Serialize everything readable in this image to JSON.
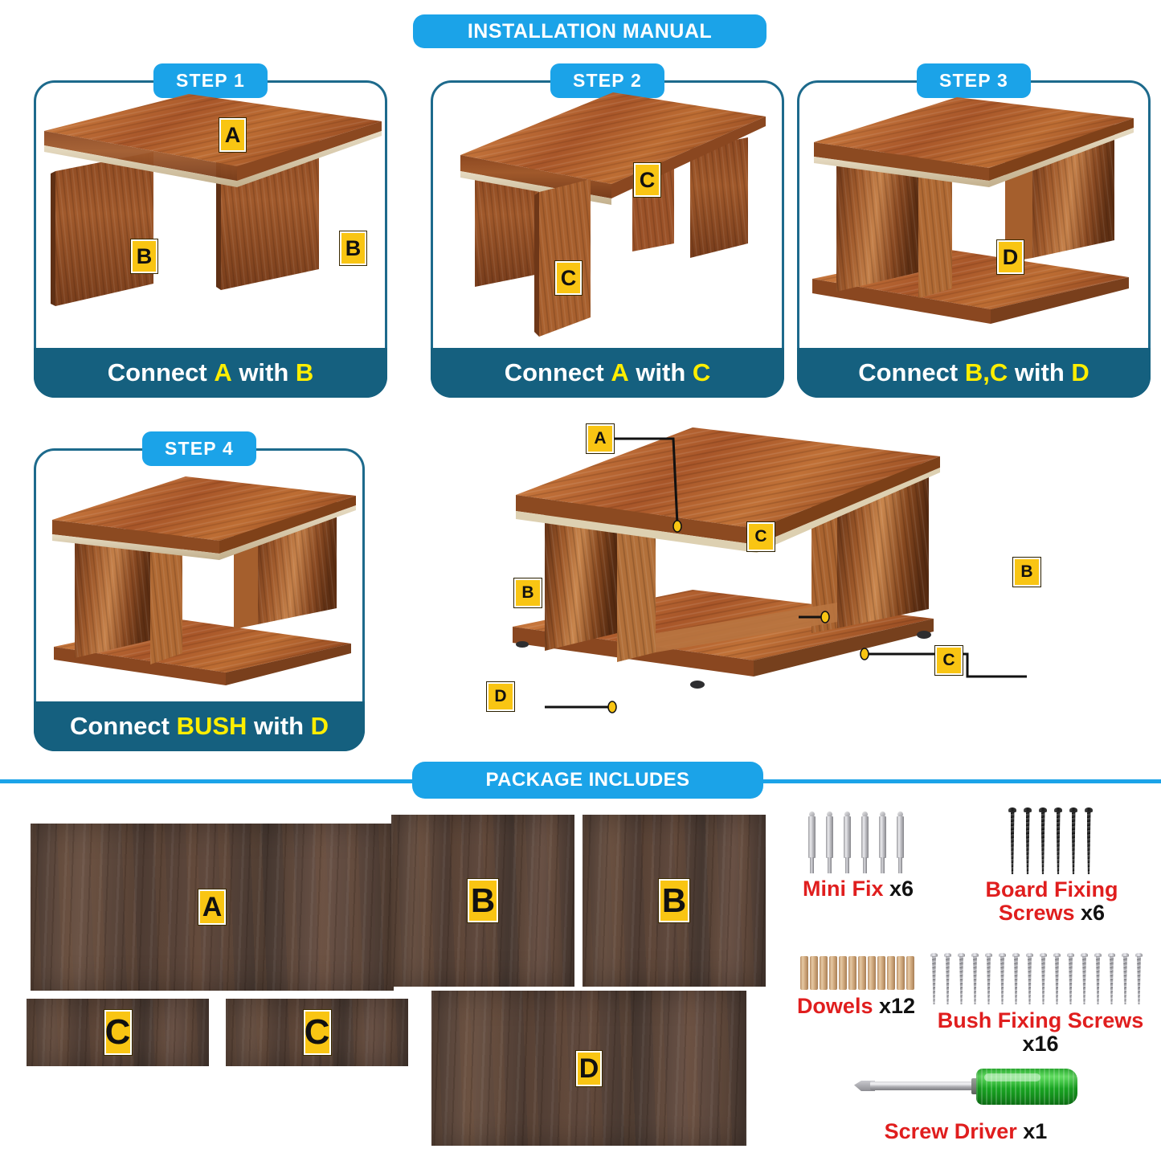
{
  "header": {
    "title": "INSTALLATION MANUAL"
  },
  "steps": [
    {
      "badge": "STEP 1",
      "caption_parts": [
        {
          "text": "Connect ",
          "highlight": false
        },
        {
          "text": "A",
          "highlight": true
        },
        {
          "text": " with ",
          "highlight": false
        },
        {
          "text": "B",
          "highlight": true
        }
      ],
      "part_labels": [
        "A",
        "B",
        "B"
      ]
    },
    {
      "badge": "STEP 2",
      "caption_parts": [
        {
          "text": "Connect ",
          "highlight": false
        },
        {
          "text": "A",
          "highlight": true
        },
        {
          "text": " with ",
          "highlight": false
        },
        {
          "text": "C",
          "highlight": true
        }
      ],
      "part_labels": [
        "C",
        "C"
      ]
    },
    {
      "badge": "STEP 3",
      "caption_parts": [
        {
          "text": "Connect ",
          "highlight": false
        },
        {
          "text": "B,C",
          "highlight": true
        },
        {
          "text": " with ",
          "highlight": false
        },
        {
          "text": "D",
          "highlight": true
        }
      ],
      "part_labels": [
        "D"
      ]
    },
    {
      "badge": "STEP 4",
      "caption_parts": [
        {
          "text": "Connect ",
          "highlight": false
        },
        {
          "text": "BUSH",
          "highlight": true
        },
        {
          "text": " with ",
          "highlight": false
        },
        {
          "text": "D",
          "highlight": true
        }
      ],
      "part_labels": []
    }
  ],
  "step_captions": {
    "step1": "Connect A with B",
    "step2": "Connect A with C",
    "step3": "Connect B,C with D",
    "step4": "Connect BUSH with D"
  },
  "exploded": {
    "callouts": [
      {
        "label": "A",
        "position": "top-left"
      },
      {
        "label": "C",
        "position": "middle-center"
      },
      {
        "label": "B",
        "position": "middle-right"
      },
      {
        "label": "B",
        "position": "middle-left"
      },
      {
        "label": "C",
        "position": "bottom-right"
      },
      {
        "label": "D",
        "position": "bottom-left"
      }
    ]
  },
  "package": {
    "banner": "PACKAGE INCLUDES",
    "panels": [
      {
        "label": "A",
        "size": "large"
      },
      {
        "label": "B",
        "size": "medium-tall"
      },
      {
        "label": "B",
        "size": "medium-tall"
      },
      {
        "label": "C",
        "size": "small-wide"
      },
      {
        "label": "C",
        "size": "small-wide"
      },
      {
        "label": "D",
        "size": "large-wide"
      }
    ],
    "hardware": [
      {
        "name": "Mini Fix",
        "qty": "x6",
        "icon": "minifix-icon",
        "count": 6
      },
      {
        "name": "Board Fixing Screws",
        "qty": "x6",
        "icon": "black-screw-icon",
        "count": 6
      },
      {
        "name": "Dowels",
        "qty": "x12",
        "icon": "dowel-icon",
        "count": 12
      },
      {
        "name": "Bush Fixing Screws",
        "qty": "x16",
        "icon": "silver-screw-icon",
        "count": 16
      },
      {
        "name": "Screw Driver",
        "qty": "x1",
        "icon": "screwdriver-icon",
        "count": 1
      }
    ]
  },
  "colors": {
    "accent_blue": "#1ba3e8",
    "caption_teal": "#15607f",
    "card_border": "#1d6a8c",
    "badge_yellow": "#f9c513",
    "highlight_yellow": "#ffee00",
    "hardware_red": "#e01e1e",
    "wood_light": "#b8682f",
    "wood_dark": "#544239"
  }
}
